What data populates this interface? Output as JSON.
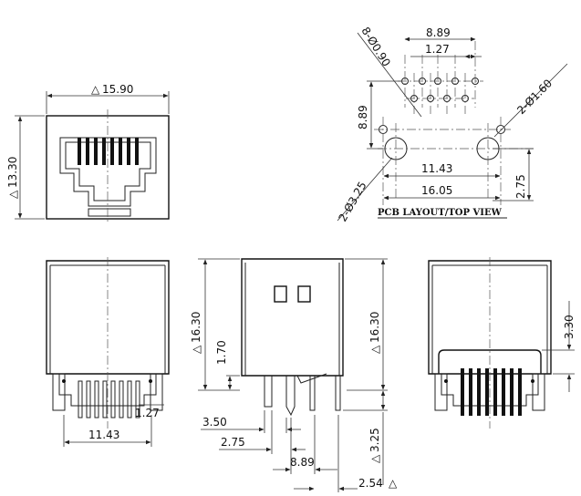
{
  "front_view": {
    "width_dim": "15.90",
    "height_dim": "13.30",
    "width_mark": "△",
    "height_mark": "△"
  },
  "pcb_layout": {
    "caption": "PCB LAYOUT/TOP VIEW",
    "pitch_large": "8.89",
    "pitch_small": "1.27",
    "pin_holes": "8-Ø0.90",
    "peg_holes": "2-Ø1.60",
    "row_spacing": "8.89",
    "peg_spacing": "11.43",
    "mount_holes": "2-Ø3.25",
    "overall_span": "16.05",
    "offset": "2.75"
  },
  "rear_view": {
    "pin_span": "11.43",
    "pin_pitch": "1.27"
  },
  "side_view": {
    "height_left": "16.30",
    "height_left_mark": "△",
    "step": "1.70",
    "peg_offset": "3.50",
    "pin_offset": "2.75",
    "row_pitch": "8.89",
    "pin_pitch": "2.54",
    "pin_pitch_mark": "△",
    "height_right": "16.30",
    "height_right_mark": "△",
    "pin_length": "3.25",
    "pin_length_mark": "△"
  },
  "bottom_view": {
    "height_dim": "3.30"
  }
}
